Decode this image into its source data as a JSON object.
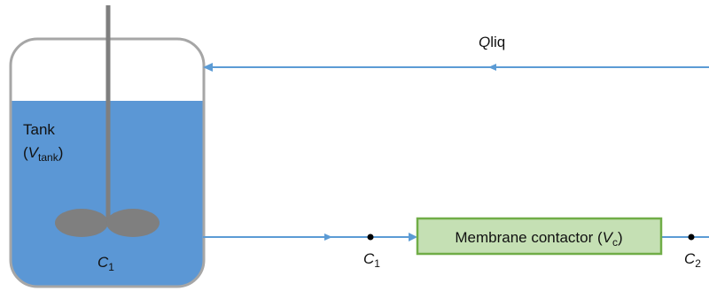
{
  "colors": {
    "tank_outline": "#a6a6a6",
    "liquid": "#5b97d5",
    "shaft": "#7f7f7f",
    "impeller": "#7f7f7f",
    "flow_line": "#5b9bd5",
    "contactor_fill": "#c5e0b4",
    "contactor_border": "#70ad47",
    "point": "#000000"
  },
  "tank": {
    "label_line1": "Tank",
    "label_paren_open": "(",
    "label_V": "V",
    "label_sub": "tank",
    "label_paren_close": ")",
    "conc_symbol": "C",
    "conc_sub": "1"
  },
  "recycle_flow": {
    "label_italic": "Q",
    "label_rest": "liq"
  },
  "contactor": {
    "label_prefix": "Membrane contactor (",
    "label_V": "V",
    "label_sub": "c",
    "label_suffix": ")"
  },
  "points": [
    {
      "symbol": "C",
      "sub": "1"
    },
    {
      "symbol": "C",
      "sub": "2"
    }
  ]
}
